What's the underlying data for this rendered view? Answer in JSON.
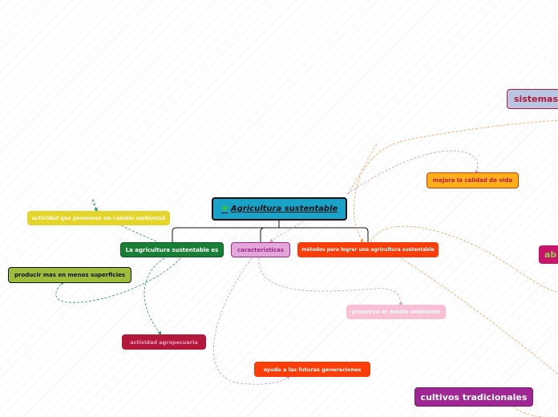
{
  "central": {
    "icon": "heart-icon",
    "label": "Agricultura sustentable",
    "color": "#1aa3c8"
  },
  "nodes": {
    "la_agricultura": {
      "label": "La agricultura sustentable es",
      "color": "#1a7f36"
    },
    "caracteristicas": {
      "label": "caracteristicas",
      "color": "#e2a6da"
    },
    "metodos": {
      "label": "métodos para lograr una agricultura sustentable",
      "color": "#fb3e09"
    },
    "actividad_cambio": {
      "label": "actividad que promueve un cambio ambiental",
      "color": "#e5d42a"
    },
    "producir": {
      "label": "producir mas en menos superficies",
      "color": "#9fbc3a"
    },
    "actividad_agro": {
      "label": "actividad agropecuaria",
      "color": "#b3173a"
    },
    "ayuda": {
      "label": "ayuda a las futuras generaciones",
      "color": "#fb3e09"
    },
    "preserva": {
      "label": "preserva el medio ambiente",
      "color": "#fbbfd4"
    },
    "mejora": {
      "label": "mejora la calidad de vida",
      "color": "#ffb019"
    },
    "sistemas": {
      "label": "sistemas",
      "color": "#b8c6e2"
    },
    "ab": {
      "label": "ab",
      "color": "#c8146a"
    },
    "cultivos": {
      "label": "cultivos tradicionales",
      "color": "#a02693"
    }
  }
}
